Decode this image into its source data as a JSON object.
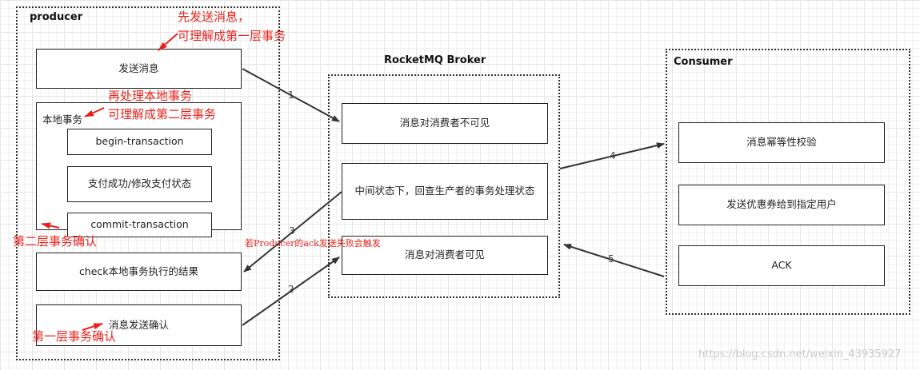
{
  "producer": {
    "title": "producer",
    "send_msg": "发送消息",
    "local_tx_label": "本地事务",
    "begin_tx": "begin-transaction",
    "pay_success": "支付成功/修改支付状态",
    "commit_tx": "commit-transaction",
    "check_result": "check本地事务执行的结果",
    "msg_confirm": "消息发送确认"
  },
  "broker": {
    "title": "RocketMQ Broker",
    "invisible": "消息对消费者不可见",
    "intermediate": "中间状态下，回查生产者的事务处理状态",
    "visible": "消息对消费者可见"
  },
  "consumer": {
    "title": "Consumer",
    "idempotent": "消息幂等性校验",
    "send_coupon": "发送优惠券给到指定用户",
    "ack": "ACK"
  },
  "annotations": {
    "first_send_1": "先发送消息，",
    "first_send_2": "可理解成第一层事务",
    "local_1": "再处理本地事务",
    "local_2": "可理解成第二层事务",
    "second_confirm": "第二层事务确认",
    "first_confirm": "第一层事务确认",
    "ack_note": "若Producer的ack发送失败会触发"
  },
  "arrows": {
    "a1": "1",
    "a2": "2",
    "a3": "3",
    "a4": "4",
    "a5": "5"
  },
  "watermark": "https://blog.csdn.net/weixin_43935927",
  "colors": {
    "annotation": "#e8221b",
    "line": "#333333"
  }
}
